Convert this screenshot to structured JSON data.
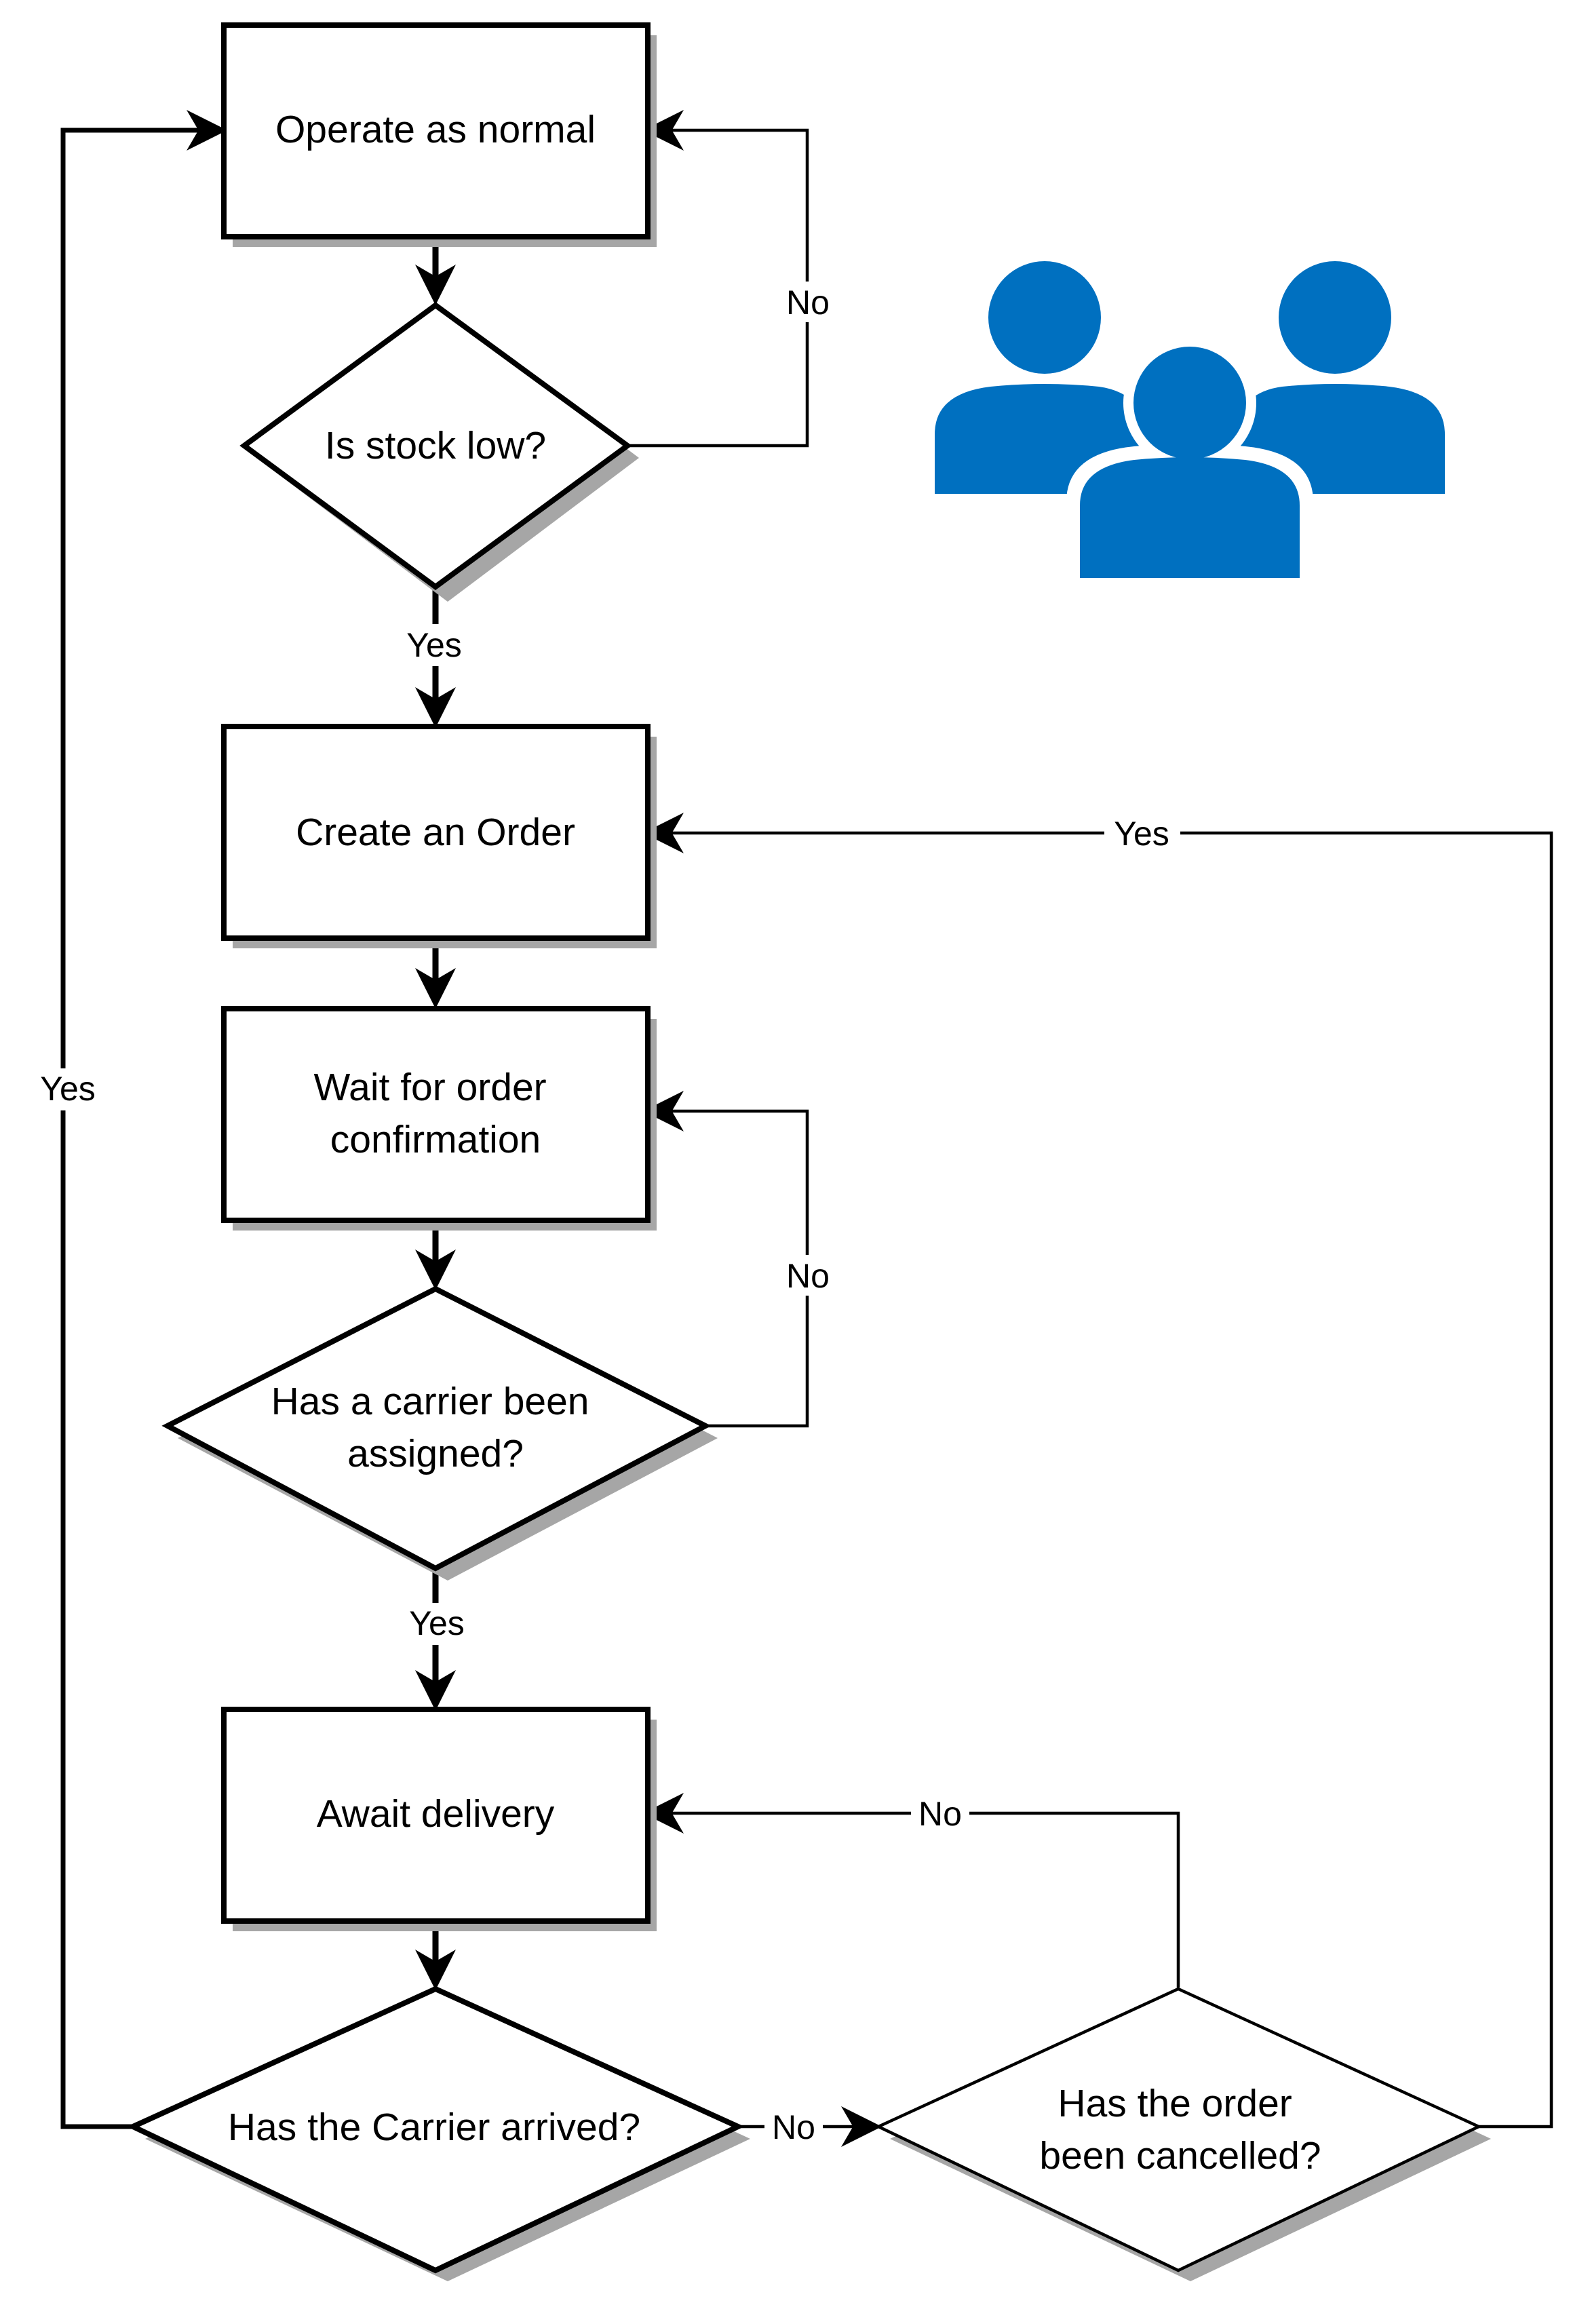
{
  "nodes": {
    "operate": {
      "label": "Operate as normal"
    },
    "stock_low": {
      "label": "Is stock low?"
    },
    "create_order": {
      "label": "Create an Order"
    },
    "wait_confirm": {
      "lines": [
        "Wait for order",
        "confirmation"
      ]
    },
    "carrier_assigned": {
      "lines": [
        "Has a carrier been",
        "assigned?"
      ]
    },
    "await_delivery": {
      "label": "Await delivery"
    },
    "carrier_arrived": {
      "label": "Has the Carrier arrived?"
    },
    "order_cancelled": {
      "lines": [
        "Has the order",
        "been cancelled?"
      ]
    }
  },
  "edges": {
    "stock_low_no": "No",
    "stock_low_yes": "Yes",
    "cancelled_yes": "Yes",
    "assigned_no": "No",
    "assigned_yes": "Yes",
    "arrived_yes": "Yes",
    "arrived_no": "No",
    "cancelled_no": "No"
  },
  "icons": {
    "users": {
      "name": "users-group-icon",
      "color": "#0070C0"
    }
  },
  "colors": {
    "stroke": "#000000",
    "shadow": "#999999",
    "background": "#ffffff"
  }
}
